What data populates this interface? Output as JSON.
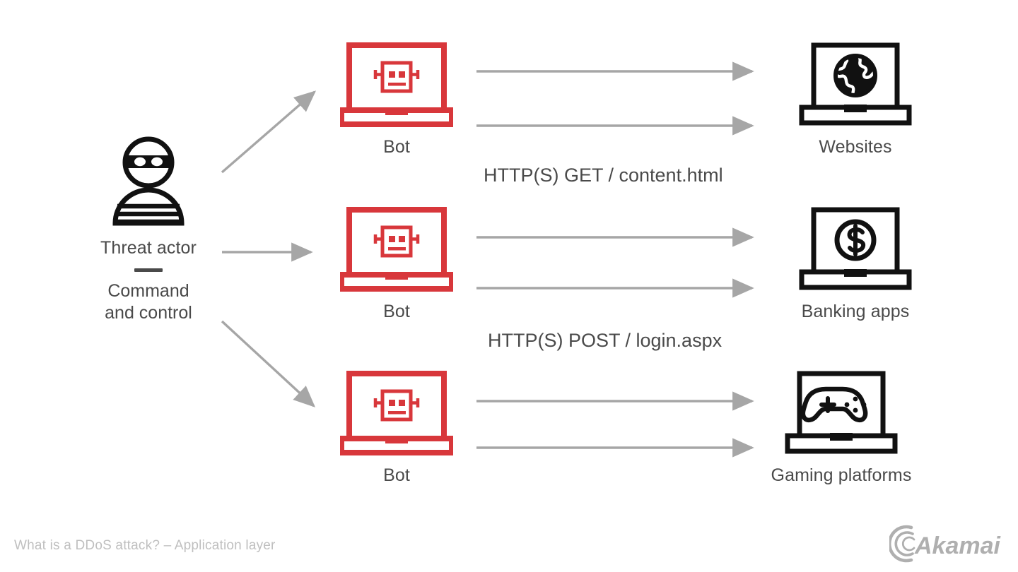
{
  "diagram": {
    "title": "What is a DDoS attack? – Application layer",
    "type": "application-layer-ddos-flow",
    "colors": {
      "bot_red": "#D8373B",
      "target_black": "#111111",
      "arrow_gray": "#A6A6A6",
      "text_gray": "#4a4a4a",
      "footer_gray": "#bfbfbf",
      "background": "#ffffff"
    }
  },
  "source": {
    "label": "Threat actor",
    "sub_label_line1": "Command",
    "sub_label_line2": "and control",
    "icon": "masked-burglar-icon"
  },
  "bots": [
    {
      "label": "Bot",
      "icon": "bot-laptop-icon"
    },
    {
      "label": "Bot",
      "icon": "bot-laptop-icon"
    },
    {
      "label": "Bot",
      "icon": "bot-laptop-icon"
    }
  ],
  "targets": [
    {
      "label": "Websites",
      "icon": "globe-laptop-icon"
    },
    {
      "label": "Banking apps",
      "icon": "dollar-laptop-icon"
    },
    {
      "label": "Gaming platforms",
      "icon": "gamepad-laptop-icon"
    }
  ],
  "protocols": [
    {
      "label": "HTTP(S) GET / content.html"
    },
    {
      "label": "HTTP(S) POST / login.aspx"
    }
  ],
  "footer": {
    "caption": "What is a DDoS attack? – Application layer",
    "logo_text": "Akamai"
  }
}
